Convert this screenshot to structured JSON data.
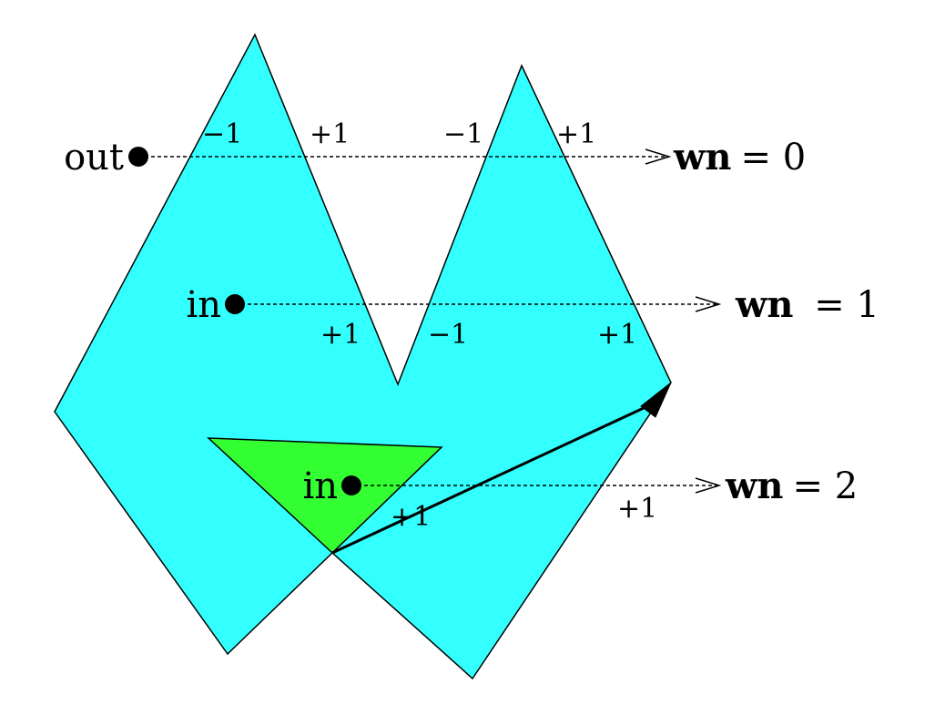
{
  "colors": {
    "polygon_fill": "#33ffff",
    "loop_fill": "#33ff33",
    "stroke": "#000000",
    "background": "#ffffff"
  },
  "points": [
    {
      "id": "out",
      "label": "out"
    },
    {
      "id": "in1",
      "label": "in"
    },
    {
      "id": "in2",
      "label": "in"
    }
  ],
  "crossings": {
    "ray1": [
      "−1",
      "+1",
      "−1",
      "+1"
    ],
    "ray2": [
      "+1",
      "−1",
      "+1"
    ],
    "ray3": [
      "+1",
      "+1"
    ]
  },
  "results": [
    {
      "var": "wn",
      "eq": "= 0"
    },
    {
      "var": "wn",
      "eq": " = 1"
    },
    {
      "var": "wn",
      "eq": "= 2"
    }
  ]
}
